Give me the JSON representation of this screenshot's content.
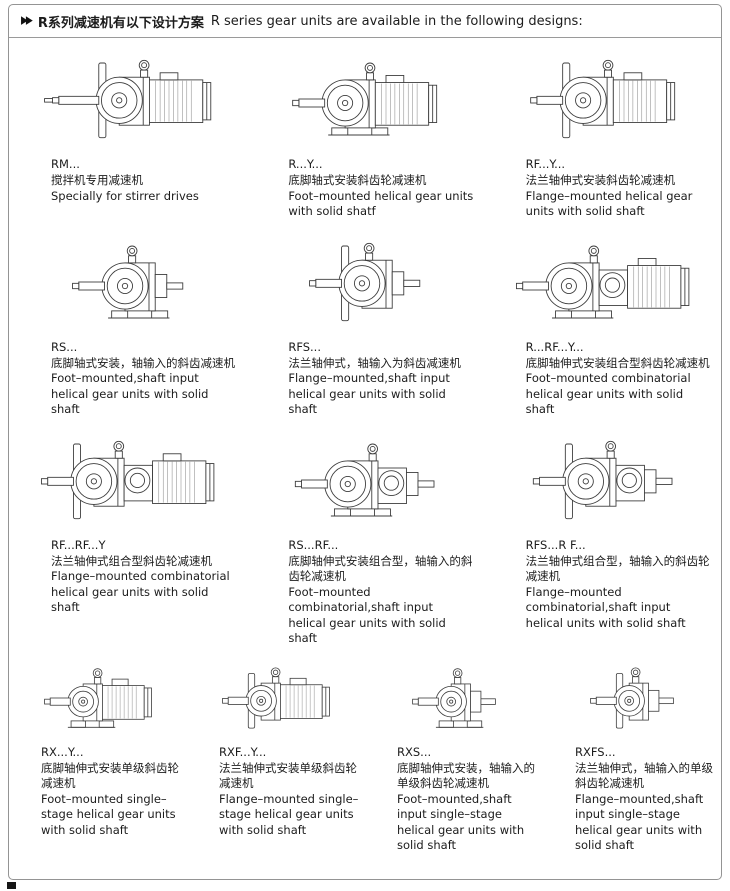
{
  "header": {
    "marker_icon": "▶▶",
    "title_zh": "R系列减速机有以下设计方案",
    "title_en": "R series gear units are available in the following designs:"
  },
  "items": [
    {
      "code": "RM...",
      "zh": "搅拌机专用减速机",
      "en": "Specially for stirrer drives",
      "features": {
        "motor": true,
        "flange": true,
        "stirrer": true
      }
    },
    {
      "code": "R...Y...",
      "zh": "底脚轴式安装斜齿轮减速机",
      "en": "Foot–mounted helical gear units with solid shatf",
      "features": {
        "motor": true,
        "foot": true
      }
    },
    {
      "code": "RF...Y...",
      "zh": "法兰轴伸式安装斜齿轮减速机",
      "en": "Flange–mounted helical gear units with solid shaft",
      "features": {
        "motor": true,
        "flange": true
      }
    },
    {
      "code": "RS...",
      "zh": "底脚轴式安装，轴输入的斜齿减速机",
      "en": "Foot–mounted,shaft input helical gear units with solid shaft",
      "features": {
        "foot": true
      }
    },
    {
      "code": "RFS...",
      "zh": "法兰轴伸式，轴输入为斜齿减速机",
      "en": "Flange–mounted,shaft input helical gear units with solid shaft",
      "features": {
        "flange": true
      }
    },
    {
      "code": "R...RF...Y...",
      "zh": "底脚轴伸式安装组合型斜齿轮减速机",
      "en": "Foot–mounted combinatorial helical gear units with solid shaft",
      "features": {
        "motor": true,
        "foot": true,
        "combo": true
      }
    },
    {
      "code": "RF...RF...Y",
      "zh": "法兰轴伸式组合型斜齿轮减速机",
      "en": "Flange–mounted combinatorial helical gear units with solid shaft",
      "features": {
        "motor": true,
        "flange": true,
        "combo": true
      }
    },
    {
      "code": "RS...RF...",
      "zh": "底脚轴伸式安装组合型，轴输入的斜齿轮减速机",
      "en": "Foot–mounted combinatorial,shaft input helical gear units with solid shaft",
      "features": {
        "foot": true,
        "combo": true
      }
    },
    {
      "code": "RFS...R F...",
      "zh": "法兰轴伸式组合型，轴输入的斜齿轮减速机",
      "en": "Flange–mounted combinatorial,shaft input helical units with solid shaft",
      "features": {
        "flange": true,
        "combo": true
      }
    },
    {
      "code": "RX...Y...",
      "zh": "底脚轴伸式安装单级斜齿轮减速机",
      "en": "Foot–mounted single–stage helical gear units with solid shaft",
      "features": {
        "motor": true,
        "foot": true,
        "single": true
      }
    },
    {
      "code": "RXF...Y...",
      "zh": "法兰轴伸式安装单级斜齿轮减速机",
      "en": "Flange–mounted single–stage helical gear units with solid shaft",
      "features": {
        "motor": true,
        "flange": true,
        "single": true
      }
    },
    {
      "code": "RXS...",
      "zh": "底脚轴伸式安装，轴输入的单级斜齿轮减速机",
      "en": "Foot–mounted,shaft input single–stage helical gear units with solid shaft",
      "features": {
        "foot": true,
        "single": true
      }
    },
    {
      "code": "RXFS...",
      "zh": "法兰轴伸式，轴输入的单级斜齿轮减速机",
      "en": "Flange–mounted,shaft input single–stage helical gear units with solid shaft",
      "features": {
        "flange": true,
        "single": true
      }
    }
  ]
}
